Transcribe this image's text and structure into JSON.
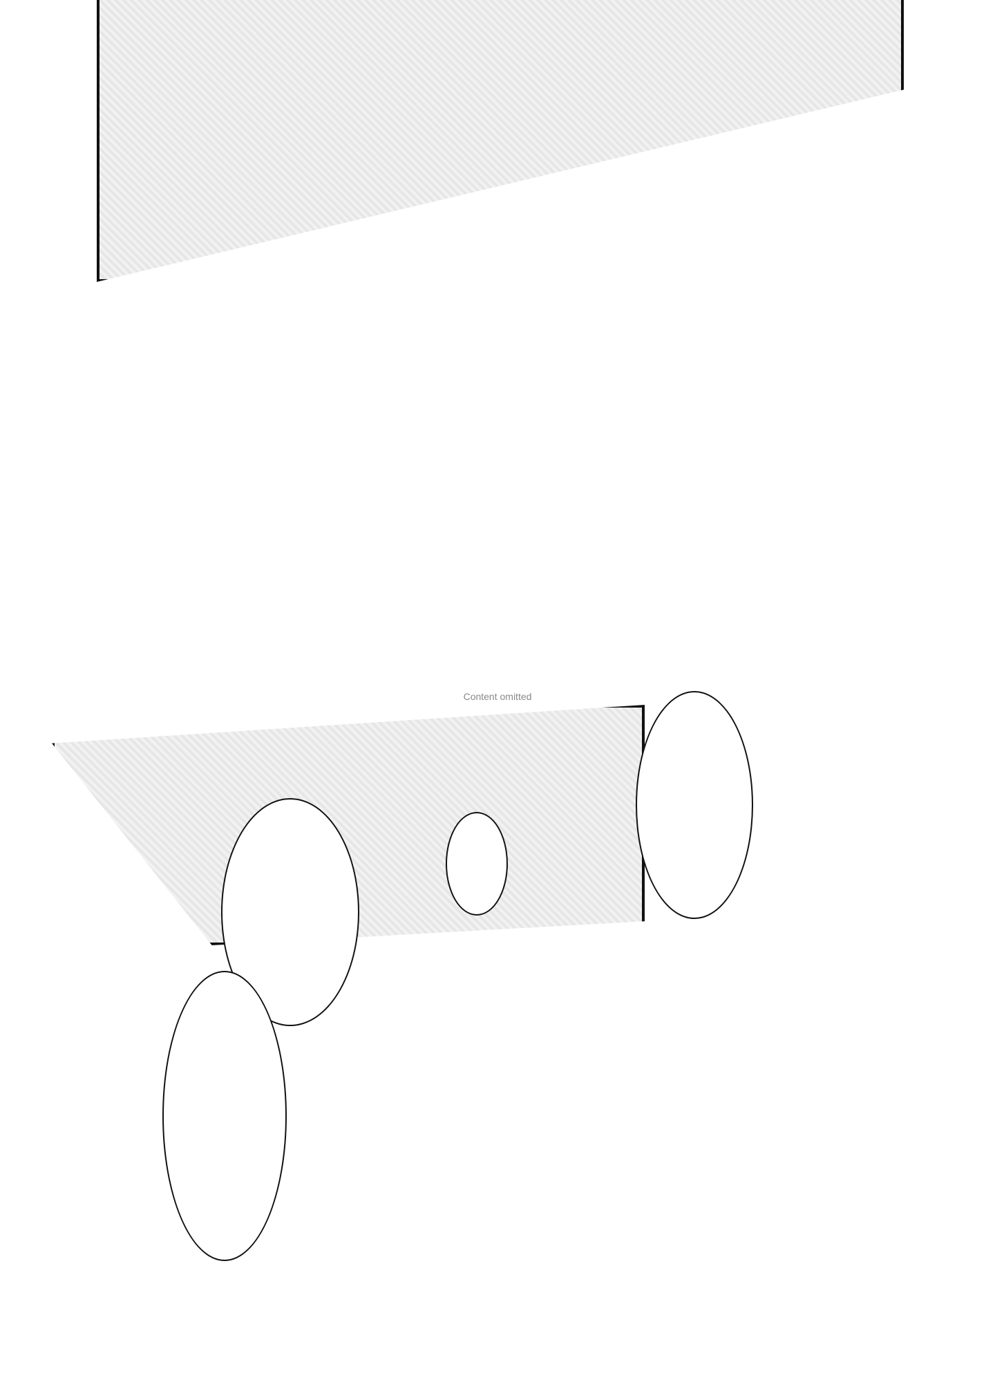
{
  "page": {
    "title": "",
    "note": "Content omitted"
  },
  "panels": [
    {
      "id": "top-panel"
    },
    {
      "id": "bottom-panel"
    }
  ],
  "bubbles": [
    {
      "text": ""
    },
    {
      "text": ""
    },
    {
      "text": ""
    },
    {
      "text": ""
    }
  ]
}
